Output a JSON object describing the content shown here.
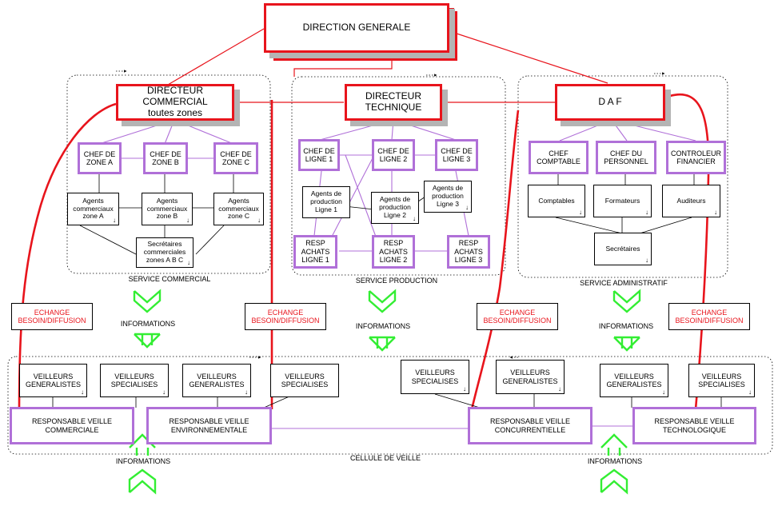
{
  "direction": "DIRECTION GENERALE",
  "directors": {
    "commercial": [
      "DIRECTEUR",
      "COMMERCIAL",
      "toutes zones"
    ],
    "technique": [
      "DIRECTEUR",
      "TECHNIQUE"
    ],
    "daf": "D A F"
  },
  "commercial": {
    "chefs": [
      [
        "CHEF DE",
        "ZONE A"
      ],
      [
        "CHEF DE",
        "ZONE B"
      ],
      [
        "CHEF DE",
        "ZONE C"
      ]
    ],
    "agents": [
      [
        "Agents",
        "commerciaux",
        "zone A"
      ],
      [
        "Agents",
        "commerciaux",
        "zone B"
      ],
      [
        "Agents",
        "commerciaux",
        "zone C"
      ]
    ],
    "secretaires": [
      "Secrétaires",
      "commerciales",
      "zones A B C"
    ],
    "service_label": "SERVICE COMMERCIAL"
  },
  "production": {
    "chefs": [
      [
        "CHEF DE",
        "LIGNE 1"
      ],
      [
        "CHEF DE",
        "LIGNE 2"
      ],
      [
        "CHEF DE",
        "LIGNE 3"
      ]
    ],
    "agents": [
      [
        "Agents de",
        "production",
        "Ligne 1"
      ],
      [
        "Agents de",
        "production",
        "Ligne 2"
      ],
      [
        "Agents de",
        "production",
        "Ligne 3"
      ]
    ],
    "resp": [
      [
        "RESP",
        "ACHATS",
        "LIGNE 1"
      ],
      [
        "RESP",
        "ACHATS",
        "LIGNE 2"
      ],
      [
        "RESP",
        "ACHATS",
        "LIGNE 3"
      ]
    ],
    "service_label": "SERVICE PRODUCTION"
  },
  "admin": {
    "chefs": [
      [
        "CHEF",
        "COMPTABLE"
      ],
      [
        "CHEF  DU",
        "PERSONNEL"
      ],
      [
        "CONTROLEUR",
        "FINANCIER"
      ]
    ],
    "staff": [
      "Comptables",
      "Formateurs",
      "Auditeurs"
    ],
    "secretaires": "Secrétaires",
    "service_label": "SERVICE ADMINISTRATIF"
  },
  "echange": [
    "ECHANGE",
    "BESOIN/DIFFUSION"
  ],
  "informations": "INFORMATIONS",
  "veilleurs": {
    "generalistes": [
      "VEILLEURS",
      "GENERALISTES"
    ],
    "specialises": [
      "VEILLEURS",
      "SPECIALISES"
    ]
  },
  "responsables": [
    [
      "RESPONSABLE VEILLE",
      "COMMERCIALE"
    ],
    [
      "RESPONSABLE  VEILLE",
      "ENVIRONNEMENTALE"
    ],
    [
      "RESPONSABLE VEILLE",
      "CONCURRENTIELLE"
    ],
    [
      "RESPONSABLE VEILLE",
      "TECHNOLOGIQUE"
    ]
  ],
  "cellule_label": "CELLULE DE VEILLE",
  "arrow_glyph": "↓",
  "colors": {
    "red": "#e8141c",
    "purple": "#b070d8",
    "green": "#33ee33",
    "shadow": "#b4b4b4"
  }
}
